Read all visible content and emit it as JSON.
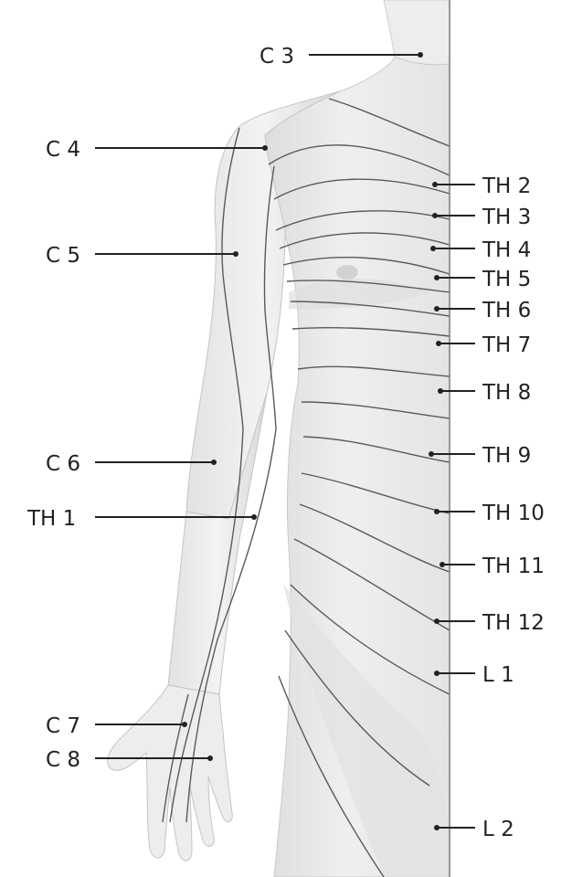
{
  "labels": {
    "c3": "C 3",
    "c4": "C 4",
    "c5": "C 5",
    "c6": "C 6",
    "th1": "TH 1",
    "c7": "C 7",
    "c8": "C 8",
    "th2": "TH 2",
    "th3": "TH 3",
    "th4": "TH 4",
    "th5": "TH 5",
    "th6": "TH 6",
    "th7": "TH 7",
    "th8": "TH 8",
    "th9": "TH 9",
    "th10": "TH 10",
    "th11": "TH 11",
    "th12": "TH 12",
    "l1": "L 1",
    "l2": "L 2"
  },
  "colors": {
    "skin_light": "#f4f4f4",
    "skin_mid": "#e6e6e6",
    "skin_dark": "#d6d6d6",
    "dermatome_line": "#5a5a5a",
    "pointer": "#222222",
    "midline": "#7a7a7a"
  }
}
